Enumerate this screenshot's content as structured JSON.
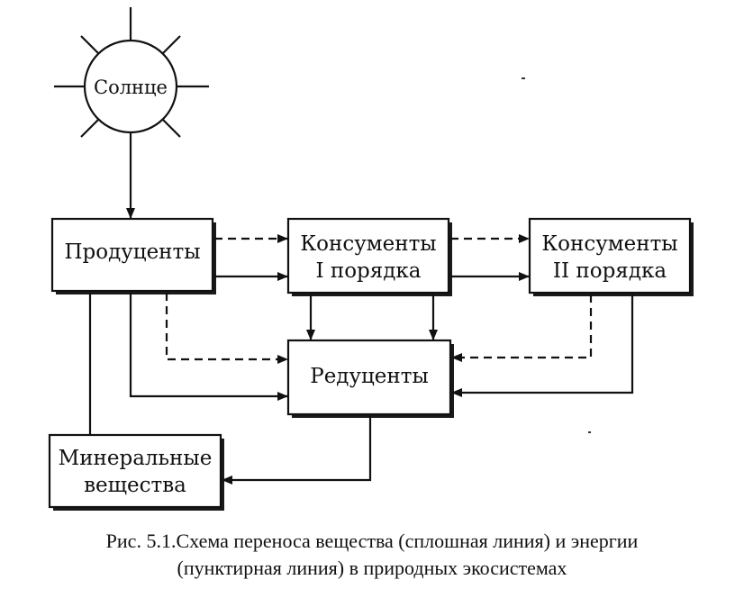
{
  "diagram": {
    "nodes": {
      "sun": {
        "label": "Солнце"
      },
      "producers": {
        "label": "Продуценты"
      },
      "consumers1": {
        "label_line1": "Консументы",
        "label_line2": "I порядка"
      },
      "consumers2": {
        "label_line1": "Консументы",
        "label_line2": "II порядка"
      },
      "decomposers": {
        "label": "Редуценты"
      },
      "minerals": {
        "label_line1": "Минеральные",
        "label_line2": "вещества"
      }
    },
    "edges": [
      {
        "from": "sun",
        "to": "producers",
        "style": "solid"
      },
      {
        "from": "producers",
        "to": "consumers1",
        "style": "solid"
      },
      {
        "from": "producers",
        "to": "consumers1",
        "style": "dashed"
      },
      {
        "from": "consumers1",
        "to": "consumers2",
        "style": "solid"
      },
      {
        "from": "consumers1",
        "to": "consumers2",
        "style": "dashed"
      },
      {
        "from": "producers",
        "to": "decomposers",
        "style": "solid"
      },
      {
        "from": "producers",
        "to": "decomposers",
        "style": "dashed"
      },
      {
        "from": "consumers1",
        "to": "decomposers",
        "style": "solid"
      },
      {
        "from": "consumers2",
        "to": "decomposers",
        "style": "solid"
      },
      {
        "from": "consumers2",
        "to": "decomposers",
        "style": "dashed"
      },
      {
        "from": "decomposers",
        "to": "minerals",
        "style": "solid"
      },
      {
        "from": "minerals",
        "to": "producers",
        "style": "solid"
      }
    ]
  },
  "caption": {
    "line1": "Рис. 5.1.Схема переноса вещества (сплошная линия) и энергии",
    "line2": "(пунктирная линия) в природных экосистемах"
  }
}
